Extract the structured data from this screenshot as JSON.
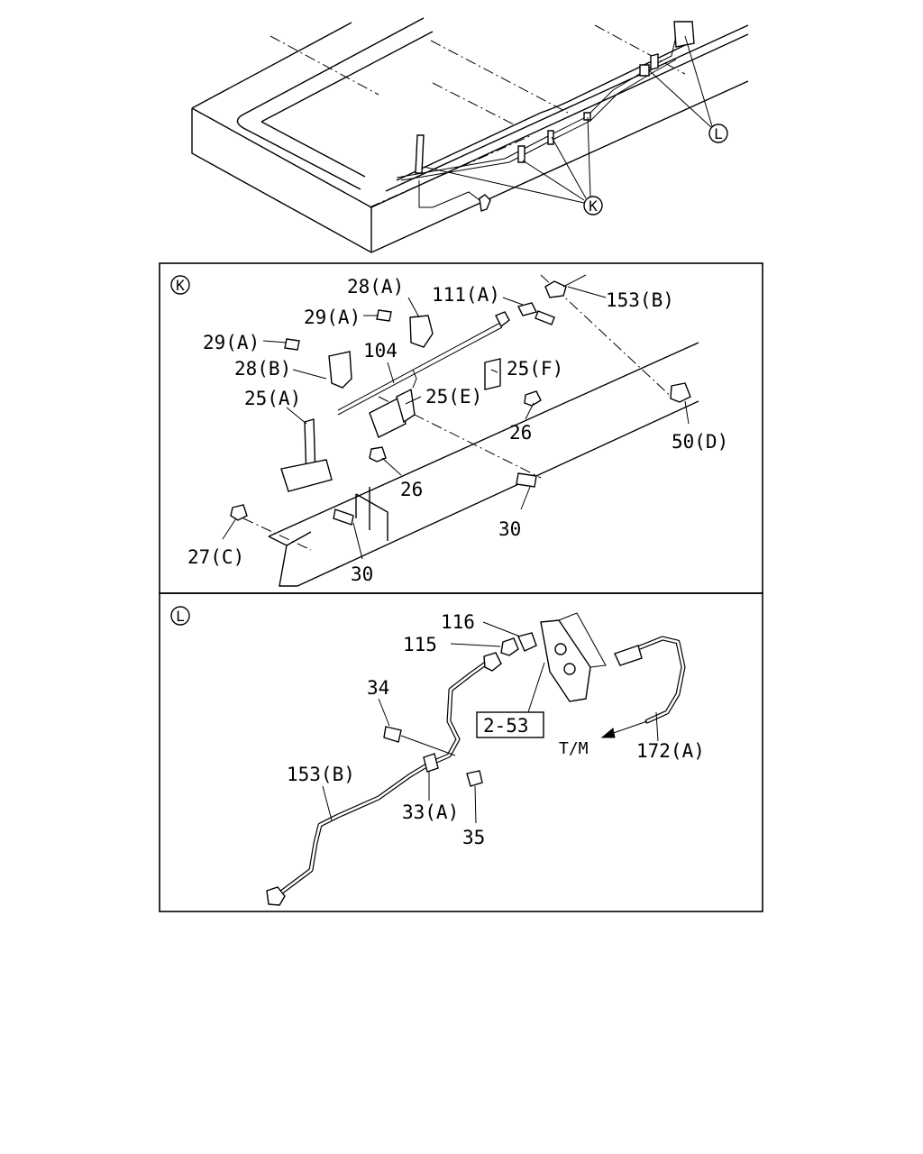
{
  "overview": {
    "callout_l": "L",
    "callout_k": "K"
  },
  "panel_k": {
    "marker": "K",
    "labels": {
      "p28a": "28(A)",
      "p111a": "111(A)",
      "p153b": "153(B)",
      "p29a_top": "29(A)",
      "p29a_left": "29(A)",
      "p104": "104",
      "p25f": "25(F)",
      "p28b": "28(B)",
      "p25a": "25(A)",
      "p25e": "25(E)",
      "p26_right": "26",
      "p50d": "50(D)",
      "p26_left": "26",
      "p30_right": "30",
      "p27c": "27(C)",
      "p30_left": "30"
    }
  },
  "panel_l": {
    "marker": "L",
    "labels": {
      "p116": "116",
      "p115": "115",
      "p34": "34",
      "ref_2_53": "2-53",
      "tm": "T/M",
      "p172a": "172(A)",
      "p153b": "153(B)",
      "p33a": "33(A)",
      "p35": "35"
    }
  }
}
